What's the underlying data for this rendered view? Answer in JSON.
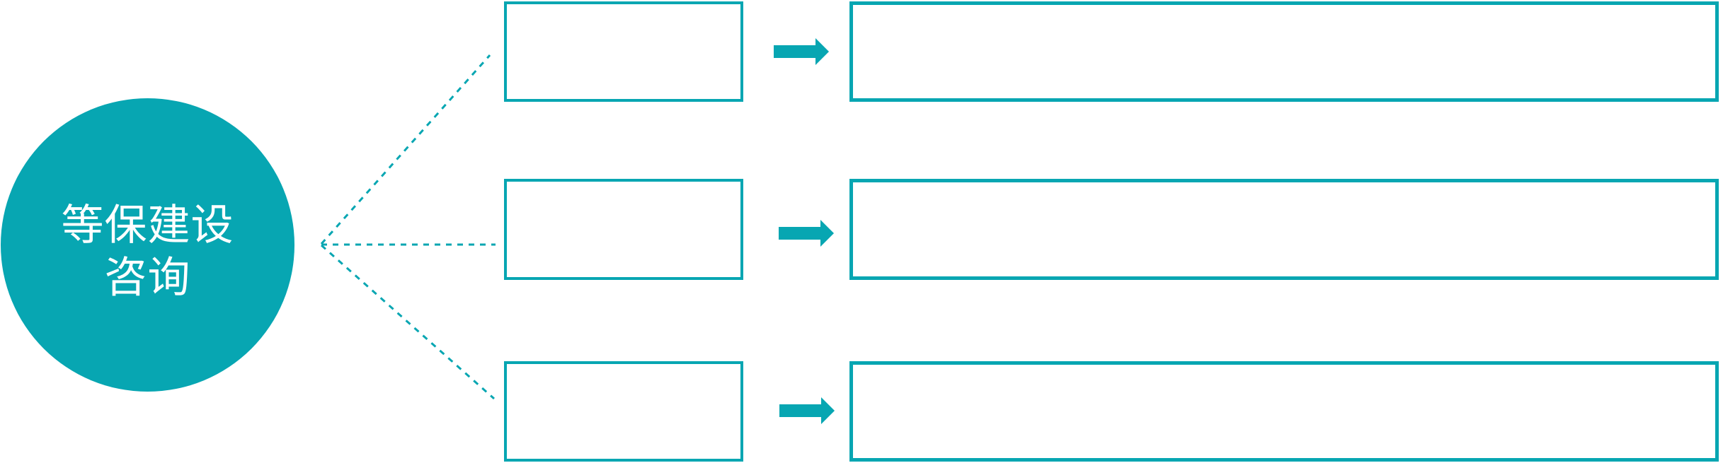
{
  "diagram": {
    "type": "radial-list",
    "center_node": {
      "label": "等保建设咨询",
      "label_line1": "等保建设",
      "label_line2": "咨询"
    },
    "rows": [
      {
        "small_box_text": "",
        "large_box_text": ""
      },
      {
        "small_box_text": "",
        "large_box_text": ""
      },
      {
        "small_box_text": "",
        "large_box_text": ""
      }
    ],
    "colors": {
      "accent_teal": "#07a6b2",
      "circle_text": "#ffffff",
      "background": "#ffffff"
    }
  }
}
